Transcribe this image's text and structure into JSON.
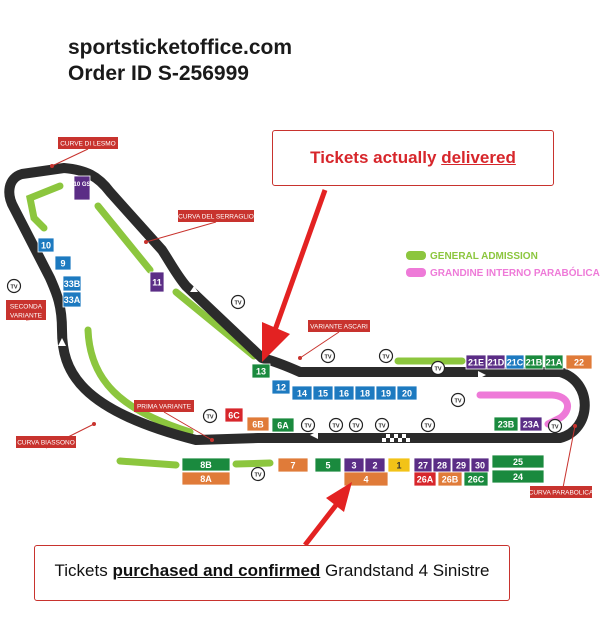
{
  "header": {
    "site": "sportsticketoffice.com",
    "order": "Order ID S-256999"
  },
  "callouts": {
    "delivered_prefix": "Tickets actually ",
    "delivered_emph": "delivered",
    "purchased_prefix": "Tickets ",
    "purchased_emph": "purchased and confirmed",
    "purchased_suffix": " Grandstand 4 Sinistre"
  },
  "legend": [
    {
      "label": "GENERAL ADMISSION",
      "color": "#8cc63e"
    },
    {
      "label": "GRANDINE INTERNO PARABÓLICA",
      "color": "#ee7ad8"
    }
  ],
  "corners": [
    {
      "id": "lesmo",
      "label": "CURVE DI LESMO"
    },
    {
      "id": "serraglio",
      "label": "CURVA DEL SERRAGLIO"
    },
    {
      "id": "seconda",
      "label": "SECONDA\nVARIANTE"
    },
    {
      "id": "ascari",
      "label": "VARIANTE ASCARI"
    },
    {
      "id": "prima",
      "label": "PRIMA VARIANTE"
    },
    {
      "id": "biassono",
      "label": "CURVA BIASSONO"
    },
    {
      "id": "parabolica",
      "label": "CURVA PARABOLICA"
    }
  ],
  "grandstands": [
    {
      "label": "10 GS",
      "color": "#5b2d86"
    },
    {
      "label": "10",
      "color": "#1d7ac0"
    },
    {
      "label": "9",
      "color": "#1d7ac0"
    },
    {
      "label": "33B",
      "color": "#1d7ac0"
    },
    {
      "label": "33A",
      "color": "#1d7ac0"
    },
    {
      "label": "11",
      "color": "#5b2d86"
    },
    {
      "label": "13",
      "color": "#1a8a3e"
    },
    {
      "label": "12",
      "color": "#1d7ac0"
    },
    {
      "label": "14",
      "color": "#1d7ac0"
    },
    {
      "label": "15",
      "color": "#1d7ac0"
    },
    {
      "label": "16",
      "color": "#1d7ac0"
    },
    {
      "label": "18",
      "color": "#1d7ac0"
    },
    {
      "label": "19",
      "color": "#1d7ac0"
    },
    {
      "label": "20",
      "color": "#1d7ac0"
    },
    {
      "label": "21E",
      "color": "#5b2d86"
    },
    {
      "label": "21D",
      "color": "#5b2d86"
    },
    {
      "label": "21C",
      "color": "#1d7ac0"
    },
    {
      "label": "21B",
      "color": "#1a8a3e"
    },
    {
      "label": "21A",
      "color": "#1a8a3e"
    },
    {
      "label": "22",
      "color": "#e07b39"
    },
    {
      "label": "6C",
      "color": "#d7262b"
    },
    {
      "label": "6B",
      "color": "#e07b39"
    },
    {
      "label": "6A",
      "color": "#1a8a3e"
    },
    {
      "label": "23B",
      "color": "#1a8a3e"
    },
    {
      "label": "23A",
      "color": "#5b2d86"
    },
    {
      "label": "8B",
      "color": "#1a8a3e"
    },
    {
      "label": "8A",
      "color": "#e07b39"
    },
    {
      "label": "7",
      "color": "#e07b39"
    },
    {
      "label": "5",
      "color": "#1a8a3e"
    },
    {
      "label": "3",
      "color": "#5b2d86"
    },
    {
      "label": "2",
      "color": "#5b2d86"
    },
    {
      "label": "1",
      "color": "#f2c318"
    },
    {
      "label": "27",
      "color": "#5b2d86"
    },
    {
      "label": "28",
      "color": "#5b2d86"
    },
    {
      "label": "29",
      "color": "#5b2d86"
    },
    {
      "label": "30",
      "color": "#5b2d86"
    },
    {
      "label": "25",
      "color": "#1a8a3e"
    },
    {
      "label": "4",
      "color": "#e07b39"
    },
    {
      "label": "26A",
      "color": "#d7262b"
    },
    {
      "label": "26B",
      "color": "#e07b39"
    },
    {
      "label": "26C",
      "color": "#1a8a3e"
    },
    {
      "label": "24",
      "color": "#1a8a3e"
    }
  ],
  "tv_label": "TV",
  "colors": {
    "track": "#2b2b2b",
    "general_admission": "#8cc63e",
    "parabolica_interno": "#ee7ad8",
    "corner_label_bg": "#c8332e",
    "arrow": "#e32222"
  }
}
